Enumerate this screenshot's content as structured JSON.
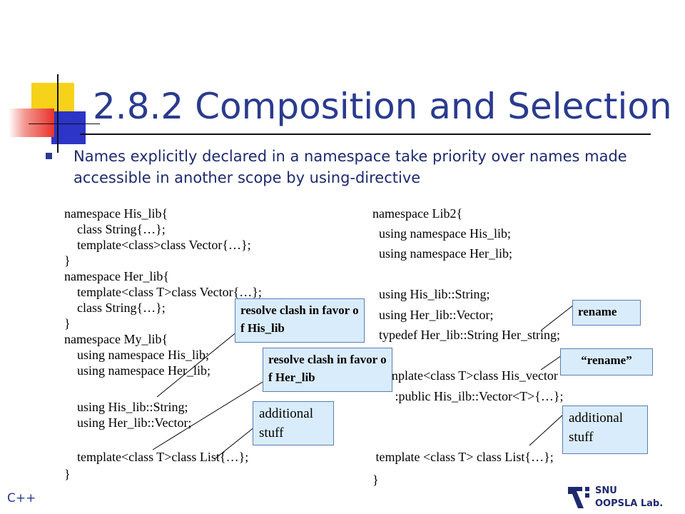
{
  "slide": {
    "title": "2.8.2 Composition and Selection",
    "bullet": "Names explicitly declared in a namespace take priority over names made accessible in another scope by using-directive"
  },
  "code_left": [
    "namespace His_lib{",
    "    class String{…};",
    "    template<class>class Vector{…};",
    "}",
    "namespace Her_lib{",
    "    template<class T>class Vector{…};",
    "    class String{…};",
    "}",
    "namespace My_lib{",
    "    using namespace His_lib;",
    "    using namespace Her_lib;",
    "",
    "    using His_lib::String;",
    "    using Her_lib::Vector;",
    "",
    "    template<class T>class List{…};",
    "}"
  ],
  "code_right": [
    "namespace Lib2{",
    "  using namespace His_lib;",
    "  using namespace Her_lib;",
    "",
    "  using His_lib::String;",
    "  using Her_lib::Vector;",
    "  typedef Her_lib::String Her_string;",
    "",
    "  template<class T>class His_vector",
    "       :public His_ilb::Vector<T>{…};",
    "",
    "",
    " template <class T> class List{…};",
    "}"
  ],
  "callouts": {
    "resolve_his": "resolve clash in favor o f His_lib",
    "resolve_her": "resolve clash in favor o f Her_lib",
    "additional_left": "additional stuff",
    "rename": "rename",
    "rename_quoted": "“rename”",
    "additional_right": "additional stuff"
  },
  "footer": {
    "left": "C++",
    "logo_line1": "SNU",
    "logo_line2": "OOPSLA Lab."
  },
  "colors": {
    "title": "#2a3b8f",
    "callout_bg": "#d9ecfb",
    "deco_yellow": "#f7d21a",
    "deco_red": "#e8322b",
    "deco_blue": "#2c35c8"
  }
}
